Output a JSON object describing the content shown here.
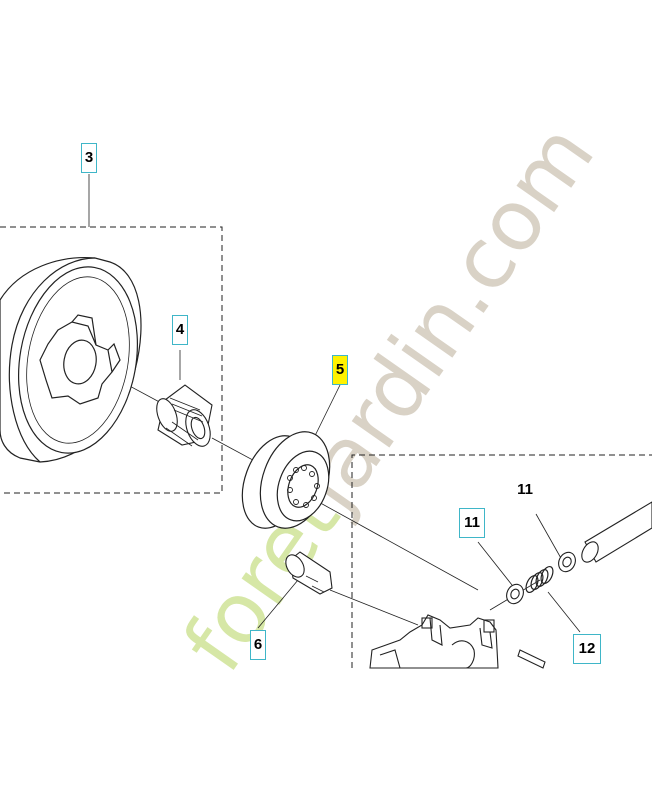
{
  "diagram": {
    "callouts": [
      {
        "id": "3",
        "label": "3",
        "style": "boxed"
      },
      {
        "id": "4",
        "label": "4",
        "style": "boxed"
      },
      {
        "id": "5",
        "label": "5",
        "style": "boxed-highlight"
      },
      {
        "id": "6",
        "label": "6",
        "style": "boxed"
      },
      {
        "id": "11a",
        "label": "11",
        "style": "boxed"
      },
      {
        "id": "11b",
        "label": "11",
        "style": "plain"
      },
      {
        "id": "12",
        "label": "12",
        "style": "boxed"
      }
    ],
    "parts": [
      {
        "ref": "3",
        "icon": "clutch-drum-rim-sprocket-icon"
      },
      {
        "ref": "4",
        "icon": "needle-bearing-icon"
      },
      {
        "ref": "5",
        "icon": "rim-sprocket-icon"
      },
      {
        "ref": "6",
        "icon": "screw-icon"
      },
      {
        "ref": "11",
        "icon": "washer-icon"
      },
      {
        "ref": "12",
        "icon": "spring-icon"
      }
    ],
    "highlight_color": "#fff200",
    "callout_border_color": "#3fb6c8"
  },
  "watermark": {
    "prefix": "foret",
    "suffix": "jardin.com",
    "prefix_color": "#d6e7a6",
    "suffix_color": "#d9d2c6"
  }
}
